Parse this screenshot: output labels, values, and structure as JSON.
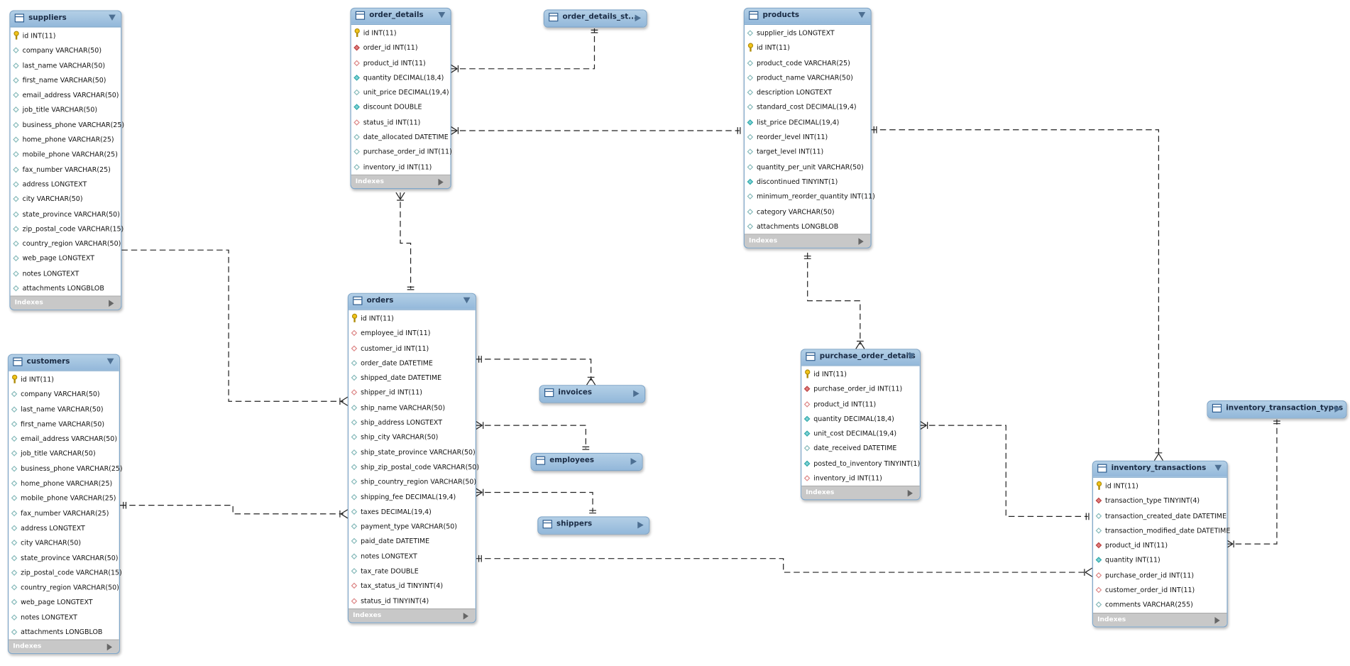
{
  "indexes_label": "Indexes",
  "tables": [
    {
      "id": "suppliers",
      "name": "suppliers",
      "collapsed": false,
      "columns": [
        {
          "n": "id INT(11)",
          "k": "pk"
        },
        {
          "n": "company VARCHAR(50)",
          "k": "plain"
        },
        {
          "n": "last_name VARCHAR(50)",
          "k": "plain"
        },
        {
          "n": "first_name VARCHAR(50)",
          "k": "plain"
        },
        {
          "n": "email_address VARCHAR(50)",
          "k": "plain"
        },
        {
          "n": "job_title VARCHAR(50)",
          "k": "plain"
        },
        {
          "n": "business_phone VARCHAR(25)",
          "k": "plain"
        },
        {
          "n": "home_phone VARCHAR(25)",
          "k": "plain"
        },
        {
          "n": "mobile_phone VARCHAR(25)",
          "k": "plain"
        },
        {
          "n": "fax_number VARCHAR(25)",
          "k": "plain"
        },
        {
          "n": "address LONGTEXT",
          "k": "plain"
        },
        {
          "n": "city VARCHAR(50)",
          "k": "plain"
        },
        {
          "n": "state_province VARCHAR(50)",
          "k": "plain"
        },
        {
          "n": "zip_postal_code VARCHAR(15)",
          "k": "plain"
        },
        {
          "n": "country_region VARCHAR(50)",
          "k": "plain"
        },
        {
          "n": "web_page LONGTEXT",
          "k": "plain"
        },
        {
          "n": "notes LONGTEXT",
          "k": "plain"
        },
        {
          "n": "attachments LONGBLOB",
          "k": "plain"
        }
      ]
    },
    {
      "id": "customers",
      "name": "customers",
      "collapsed": false,
      "columns": [
        {
          "n": "id INT(11)",
          "k": "pk"
        },
        {
          "n": "company VARCHAR(50)",
          "k": "plain"
        },
        {
          "n": "last_name VARCHAR(50)",
          "k": "plain"
        },
        {
          "n": "first_name VARCHAR(50)",
          "k": "plain"
        },
        {
          "n": "email_address VARCHAR(50)",
          "k": "plain"
        },
        {
          "n": "job_title VARCHAR(50)",
          "k": "plain"
        },
        {
          "n": "business_phone VARCHAR(25)",
          "k": "plain"
        },
        {
          "n": "home_phone VARCHAR(25)",
          "k": "plain"
        },
        {
          "n": "mobile_phone VARCHAR(25)",
          "k": "plain"
        },
        {
          "n": "fax_number VARCHAR(25)",
          "k": "plain"
        },
        {
          "n": "address LONGTEXT",
          "k": "plain"
        },
        {
          "n": "city VARCHAR(50)",
          "k": "plain"
        },
        {
          "n": "state_province VARCHAR(50)",
          "k": "plain"
        },
        {
          "n": "zip_postal_code VARCHAR(15)",
          "k": "plain"
        },
        {
          "n": "country_region VARCHAR(50)",
          "k": "plain"
        },
        {
          "n": "web_page LONGTEXT",
          "k": "plain"
        },
        {
          "n": "notes LONGTEXT",
          "k": "plain"
        },
        {
          "n": "attachments LONGBLOB",
          "k": "plain"
        }
      ]
    },
    {
      "id": "order_details",
      "name": "order_details",
      "collapsed": false,
      "columns": [
        {
          "n": "id INT(11)",
          "k": "pk"
        },
        {
          "n": "order_id INT(11)",
          "k": "fk"
        },
        {
          "n": "product_id INT(11)",
          "k": "fko"
        },
        {
          "n": "quantity DECIMAL(18,4)",
          "k": "nn"
        },
        {
          "n": "unit_price DECIMAL(19,4)",
          "k": "plain"
        },
        {
          "n": "discount DOUBLE",
          "k": "nn"
        },
        {
          "n": "status_id INT(11)",
          "k": "fko"
        },
        {
          "n": "date_allocated DATETIME",
          "k": "plain"
        },
        {
          "n": "purchase_order_id INT(11)",
          "k": "plain"
        },
        {
          "n": "inventory_id INT(11)",
          "k": "plain"
        }
      ]
    },
    {
      "id": "order_details_status",
      "name": "order_details_st...",
      "collapsed": true,
      "columns": []
    },
    {
      "id": "products",
      "name": "products",
      "collapsed": false,
      "columns": [
        {
          "n": "supplier_ids LONGTEXT",
          "k": "plain"
        },
        {
          "n": "id INT(11)",
          "k": "pk"
        },
        {
          "n": "product_code VARCHAR(25)",
          "k": "plain"
        },
        {
          "n": "product_name VARCHAR(50)",
          "k": "plain"
        },
        {
          "n": "description LONGTEXT",
          "k": "plain"
        },
        {
          "n": "standard_cost DECIMAL(19,4)",
          "k": "plain"
        },
        {
          "n": "list_price DECIMAL(19,4)",
          "k": "nn"
        },
        {
          "n": "reorder_level INT(11)",
          "k": "plain"
        },
        {
          "n": "target_level INT(11)",
          "k": "plain"
        },
        {
          "n": "quantity_per_unit VARCHAR(50)",
          "k": "plain"
        },
        {
          "n": "discontinued TINYINT(1)",
          "k": "nn"
        },
        {
          "n": "minimum_reorder_quantity INT(11)",
          "k": "plain"
        },
        {
          "n": "category VARCHAR(50)",
          "k": "plain"
        },
        {
          "n": "attachments LONGBLOB",
          "k": "plain"
        }
      ]
    },
    {
      "id": "orders",
      "name": "orders",
      "collapsed": false,
      "columns": [
        {
          "n": "id INT(11)",
          "k": "pk"
        },
        {
          "n": "employee_id INT(11)",
          "k": "fko"
        },
        {
          "n": "customer_id INT(11)",
          "k": "fko"
        },
        {
          "n": "order_date DATETIME",
          "k": "plain"
        },
        {
          "n": "shipped_date DATETIME",
          "k": "plain"
        },
        {
          "n": "shipper_id INT(11)",
          "k": "fko"
        },
        {
          "n": "ship_name VARCHAR(50)",
          "k": "plain"
        },
        {
          "n": "ship_address LONGTEXT",
          "k": "plain"
        },
        {
          "n": "ship_city VARCHAR(50)",
          "k": "plain"
        },
        {
          "n": "ship_state_province VARCHAR(50)",
          "k": "plain"
        },
        {
          "n": "ship_zip_postal_code VARCHAR(50)",
          "k": "plain"
        },
        {
          "n": "ship_country_region VARCHAR(50)",
          "k": "plain"
        },
        {
          "n": "shipping_fee DECIMAL(19,4)",
          "k": "plain"
        },
        {
          "n": "taxes DECIMAL(19,4)",
          "k": "plain"
        },
        {
          "n": "payment_type VARCHAR(50)",
          "k": "plain"
        },
        {
          "n": "paid_date DATETIME",
          "k": "plain"
        },
        {
          "n": "notes LONGTEXT",
          "k": "plain"
        },
        {
          "n": "tax_rate DOUBLE",
          "k": "plain"
        },
        {
          "n": "tax_status_id TINYINT(4)",
          "k": "fko"
        },
        {
          "n": "status_id TINYINT(4)",
          "k": "fko"
        }
      ]
    },
    {
      "id": "invoices",
      "name": "invoices",
      "collapsed": true,
      "columns": []
    },
    {
      "id": "employees",
      "name": "employees",
      "collapsed": true,
      "columns": []
    },
    {
      "id": "shippers",
      "name": "shippers",
      "collapsed": true,
      "columns": []
    },
    {
      "id": "purchase_order_details",
      "name": "purchase_order_details",
      "collapsed": false,
      "columns": [
        {
          "n": "id INT(11)",
          "k": "pk"
        },
        {
          "n": "purchase_order_id INT(11)",
          "k": "fk"
        },
        {
          "n": "product_id INT(11)",
          "k": "fko"
        },
        {
          "n": "quantity DECIMAL(18,4)",
          "k": "nn"
        },
        {
          "n": "unit_cost DECIMAL(19,4)",
          "k": "nn"
        },
        {
          "n": "date_received DATETIME",
          "k": "plain"
        },
        {
          "n": "posted_to_inventory TINYINT(1)",
          "k": "nn"
        },
        {
          "n": "inventory_id INT(11)",
          "k": "fko"
        }
      ]
    },
    {
      "id": "inventory_transaction_types",
      "name": "inventory_transaction_types",
      "collapsed": true,
      "columns": []
    },
    {
      "id": "inventory_transactions",
      "name": "inventory_transactions",
      "collapsed": false,
      "columns": [
        {
          "n": "id INT(11)",
          "k": "pk"
        },
        {
          "n": "transaction_type TINYINT(4)",
          "k": "fk"
        },
        {
          "n": "transaction_created_date DATETIME",
          "k": "plain"
        },
        {
          "n": "transaction_modified_date DATETIME",
          "k": "plain"
        },
        {
          "n": "product_id INT(11)",
          "k": "fk"
        },
        {
          "n": "quantity INT(11)",
          "k": "nn"
        },
        {
          "n": "purchase_order_id INT(11)",
          "k": "fko"
        },
        {
          "n": "customer_order_id INT(11)",
          "k": "fko"
        },
        {
          "n": "comments VARCHAR(255)",
          "k": "plain"
        }
      ]
    }
  ]
}
